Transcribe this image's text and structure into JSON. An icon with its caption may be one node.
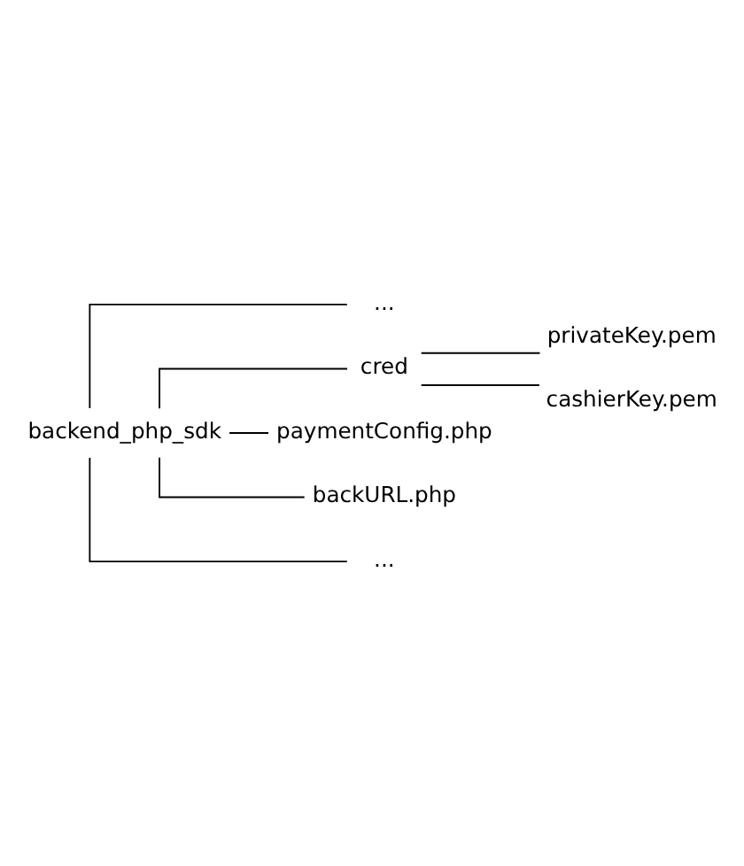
{
  "diagram": {
    "nodes": [
      {
        "text": [
          "backend_php_sdk"
        ]
      },
      {
        "text": [
          "..."
        ]
      },
      {
        "text": [
          "cred"
        ]
      },
      {
        "text": [
          "privateKey.pem"
        ]
      },
      {
        "text": [
          "cashierKey.pem"
        ]
      },
      {
        "text": [
          "paymentConfig.php"
        ]
      },
      {
        "text": [
          "backURL.php"
        ]
      },
      {
        "text": [
          "..."
        ]
      }
    ],
    "edges": [
      {
        "from": 0,
        "to": 1,
        "arrow": "none"
      },
      {
        "from": 0,
        "to": 2,
        "arrow": "none"
      },
      {
        "from": 2,
        "to": 3,
        "arrow": "none"
      },
      {
        "from": 2,
        "to": 4,
        "arrow": "none"
      },
      {
        "from": 0,
        "to": 5,
        "arrow": "none"
      },
      {
        "from": 0,
        "to": 6,
        "arrow": "none"
      },
      {
        "from": 0,
        "to": 7,
        "arrow": "none"
      }
    ]
  }
}
